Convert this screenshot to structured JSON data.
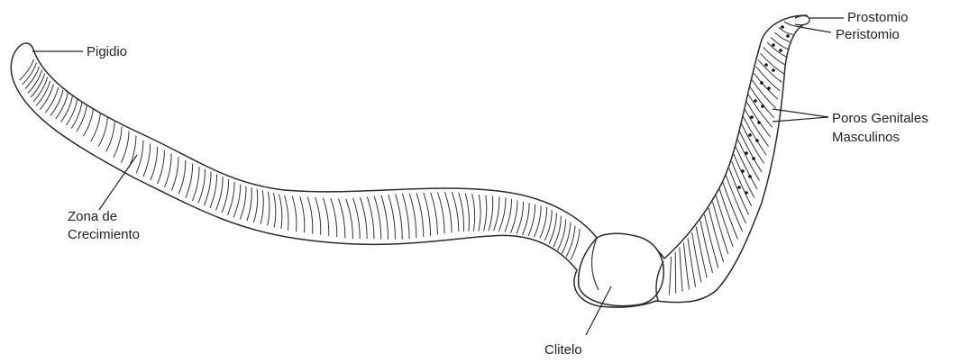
{
  "labels": {
    "pigidio": "Pigidio",
    "prostomio": "Prostomio",
    "peristomio": "Peristomio",
    "poros_line1": "Poros Genitales",
    "poros_line2": "Masculinos",
    "zona_line1": "Zona de",
    "zona_line2": "Crecimiento",
    "clitelo": "Clitelo"
  },
  "colors": {
    "stroke": "#2a2a2a",
    "body_fill": "#ffffff",
    "text": "#222222"
  }
}
